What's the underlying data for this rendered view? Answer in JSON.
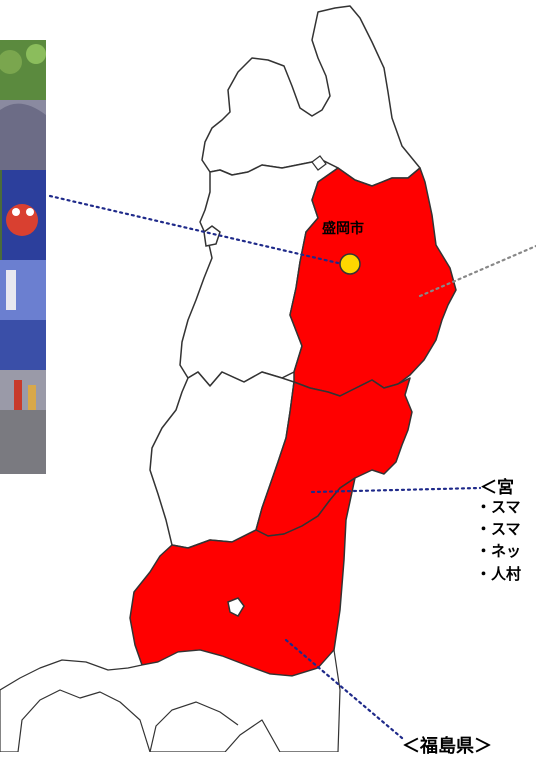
{
  "map": {
    "city_label": "盛岡市",
    "highlight_color": "#ff0000",
    "city_marker_color": "#ffd700",
    "leader_color_primary": "#1f2a8a",
    "leader_color_secondary": "#888888"
  },
  "photo": {
    "subject": "nebuta-festival-float"
  },
  "captions": {
    "miyagi_heading": "＜宮",
    "miyagi_bullets": [
      "・スマ",
      "・スマ",
      "・ネッ",
      "・人村"
    ],
    "fukushima_heading": "＜福島県＞"
  }
}
